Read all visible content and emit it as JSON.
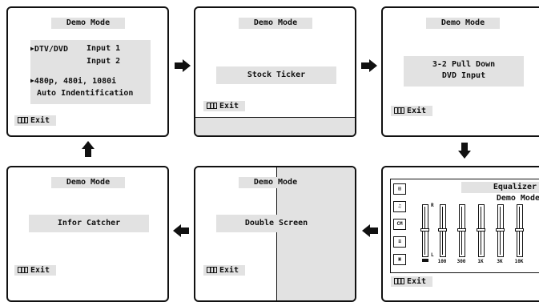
{
  "panels": {
    "p1": {
      "title": "Demo Mode",
      "line1_source": "DTV/DVD",
      "line1_input": "Input 1",
      "line2_input": "Input 2",
      "line3": "480p, 480i, 1080i",
      "line4": "Auto Indentification",
      "exit": "Exit"
    },
    "p2": {
      "title": "Demo Mode",
      "feature": "Stock Ticker",
      "exit": "Exit"
    },
    "p3": {
      "title": "Demo Mode",
      "feature_line1": "3-2 Pull Down",
      "feature_line2": "DVD Input",
      "exit": "Exit"
    },
    "p4": {
      "title": "Equalizer",
      "subtitle": "Demo Mode",
      "scale_top": "R",
      "scale_bottom": "L",
      "band_labels": [
        "100",
        "300",
        "1K",
        "3K",
        "10K"
      ],
      "levels": [
        0.5,
        0.5,
        0.5,
        0.5,
        0.5,
        0.5
      ],
      "exit": "Exit"
    },
    "p5": {
      "title": "Demo Mode",
      "feature": "Double Screen",
      "exit": "Exit"
    },
    "p6": {
      "title": "Demo Mode",
      "feature": "Infor Catcher",
      "exit": "Exit"
    }
  },
  "colors": {
    "bar": "#e2e2e2",
    "border": "#111111",
    "arrow": "#111111"
  },
  "icons": [
    "arrow-right-icon",
    "arrow-down-icon",
    "arrow-left-icon",
    "arrow-up-icon",
    "exit-icon",
    "balance-icon",
    "tv-icon",
    "music-icon",
    "cm-icon"
  ]
}
